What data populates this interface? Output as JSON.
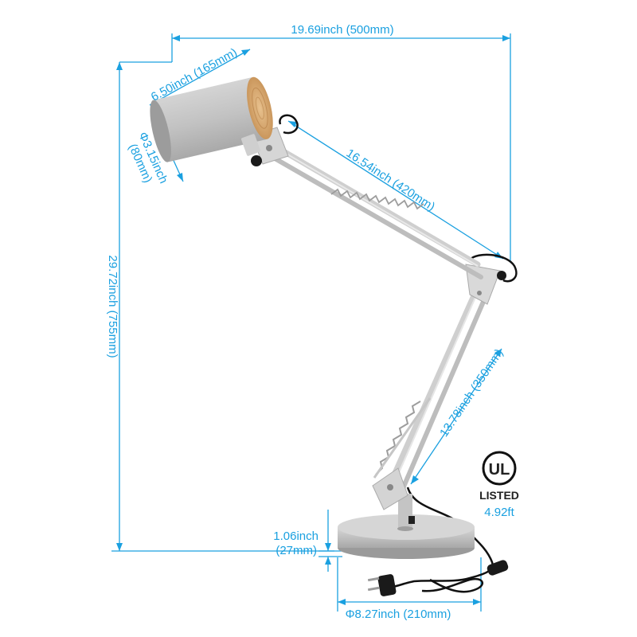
{
  "colors": {
    "dimension": "#1aa0e0",
    "lamp_body": "#c9c9c9",
    "lamp_shade": "#bdbdbd",
    "wood": "#d9a66a",
    "cord": "#111111",
    "ul_mark": "#111111"
  },
  "dimensions": {
    "total_width": "19.69inch (500mm)",
    "total_height": "29.72inch (755mm)",
    "shade_length": "6.50inch (165mm)",
    "shade_diameter_inch": "Φ3.15inch",
    "shade_diameter_mm": "(80mm)",
    "upper_arm": "16.54inch (420mm)",
    "lower_arm": "13.78inch (350mm)",
    "base_height_inch": "1.06inch",
    "base_height_mm": "(27mm)",
    "base_diameter": "Φ8.27inch (210mm)"
  },
  "certification": {
    "logo_letters": "UL",
    "label": "LISTED",
    "cord_length": "4.92ft",
    "icon": "ul-listed-icon"
  }
}
